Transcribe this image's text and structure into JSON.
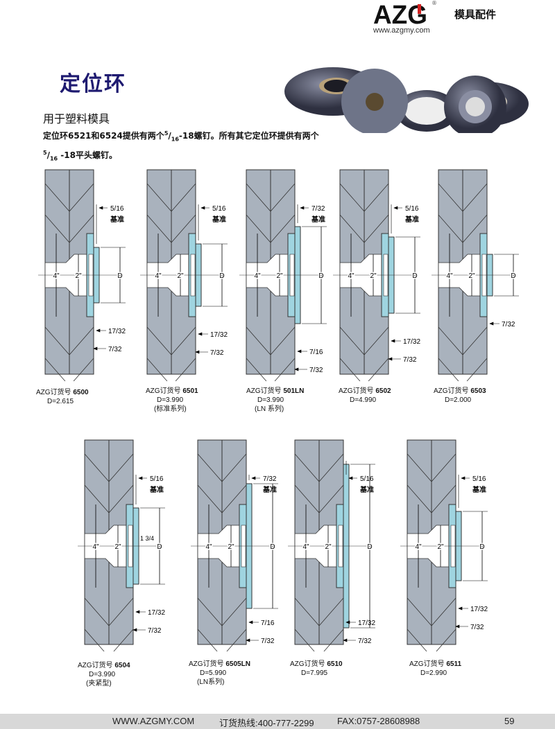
{
  "header": {
    "logo_text": "AZG",
    "registered": "®",
    "url": "www.azgmy.com",
    "category": "模具配件"
  },
  "title": "定位环",
  "subtitle": "用于塑料模具",
  "intro": {
    "part1": "定位环6521和6524提供有两个",
    "frac_num": "5",
    "frac_den": "16",
    "part2": "-18螺钉。所有其它定位环提供有两个",
    "part3": " -18平头螺钉。"
  },
  "colors": {
    "title": "#1e1a70",
    "plate": "#a9b2bd",
    "ring": "#9fd4e0",
    "footer": "#d8d8d8"
  },
  "dim_labels": {
    "bore4": "4\"",
    "bore2": "2\"",
    "d": "D",
    "datum": "基准"
  },
  "items": [
    {
      "code_label": "AZG订货号",
      "code": "6500",
      "d": "D=2.615",
      "note": "",
      "top": "5/16",
      "bottom": [
        "17/32",
        "7/32"
      ]
    },
    {
      "code_label": "AZG订货号",
      "code": "6501",
      "d": "D=3.990",
      "note": "(标准系列)",
      "top": "5/16",
      "bottom": [
        "17/32",
        "7/32"
      ]
    },
    {
      "code_label": "AZG订货号",
      "code": "501LN",
      "d": "D=3.990",
      "note": "(LN 系列)",
      "top": "7/32",
      "bottom": [
        "7/16",
        "7/32"
      ]
    },
    {
      "code_label": "AZG订货号",
      "code": "6502",
      "d": "D=4.990",
      "note": "",
      "top": "5/16",
      "bottom": [
        "17/32",
        "7/32"
      ]
    },
    {
      "code_label": "AZG订货号",
      "code": "6503",
      "d": "D=2.000",
      "note": "",
      "top": "",
      "bottom": [
        "7/32"
      ]
    },
    {
      "code_label": "AZG订货号",
      "code": "6504",
      "d": "D=3.990",
      "note": "(夹紧型)",
      "top": "5/16",
      "bottom": [
        "17/32",
        "7/32"
      ],
      "extra": "1 3/4"
    },
    {
      "code_label": "AZG订货号",
      "code": "6505LN",
      "d": "D=5.990",
      "note": "(LN系列)",
      "top": "7/32",
      "bottom": [
        "7/16",
        "7/32"
      ]
    },
    {
      "code_label": "AZG订货号",
      "code": "6510",
      "d": "D=7.995",
      "note": "",
      "top": "5/16",
      "bottom": [
        "17/32",
        "7/32"
      ]
    },
    {
      "code_label": "AZG订货号",
      "code": "6511",
      "d": "D=2.990",
      "note": "",
      "top": "5/16",
      "bottom": [
        "17/32",
        "7/32"
      ]
    }
  ],
  "footer": {
    "website": "WWW.AZGMY.COM",
    "hotline": "订货热线:400-777-2299",
    "fax": "FAX:0757-28608988",
    "page": "59"
  }
}
